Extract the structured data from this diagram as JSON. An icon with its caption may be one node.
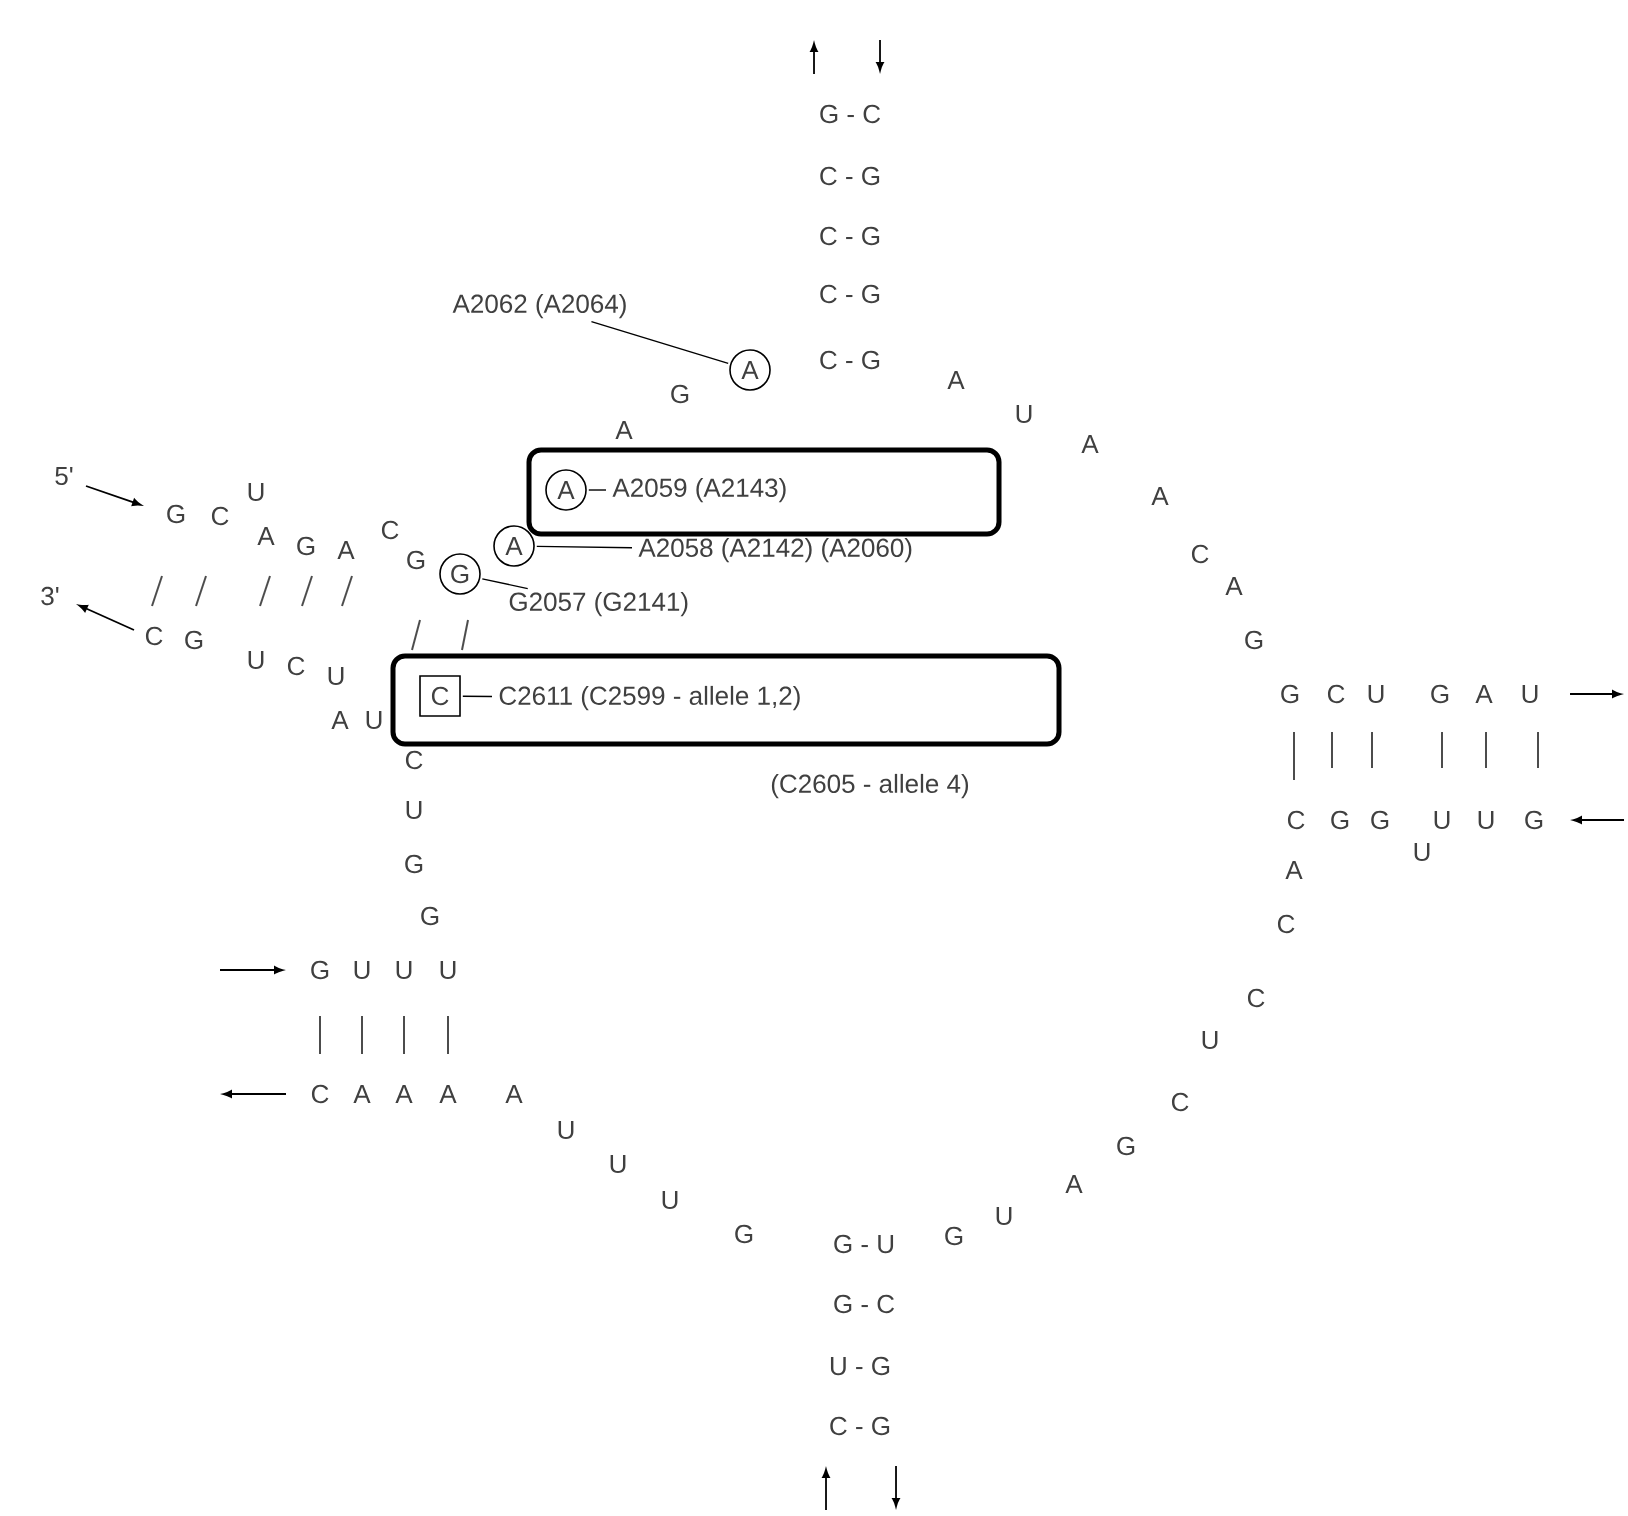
{
  "diagram": {
    "nodes": [
      {
        "text": [],
        "shape": "box"
      },
      {
        "text": [
          "A"
        ],
        "in": 0
      },
      {
        "text": [
          "A2059 (A2143)"
        ],
        "in": 0
      },
      {
        "text": [
          "A"
        ]
      },
      {
        "text": [
          "A2058 (A2142) (A2060)"
        ]
      },
      {
        "text": [
          "G"
        ]
      },
      {
        "text": [
          "G2057 (G2141)"
        ]
      },
      {
        "text": [],
        "shape": "box"
      },
      {
        "text": [
          "C"
        ],
        "in": 7
      },
      {
        "text": [
          "C2611 (C2599 - allele 1,2)"
        ],
        "in": 7
      },
      {
        "text": [
          "A2062 (A2064)"
        ]
      },
      {
        "text": [
          "A"
        ]
      }
    ],
    "edges": [
      {
        "from": 2,
        "to": 1,
        "arrow": "none"
      },
      {
        "from": 4,
        "to": 3,
        "arrow": "none"
      },
      {
        "from": 6,
        "to": 5,
        "arrow": "none"
      },
      {
        "from": 9,
        "to": 8,
        "arrow": "none"
      },
      {
        "from": 10,
        "to": 11,
        "arrow": "none"
      }
    ],
    "labels": [
      "5'",
      "3'",
      "G - C",
      "C - G",
      "C - G",
      "C - G",
      "C - G",
      "G",
      "A",
      "A",
      "U",
      "A",
      "A",
      "C",
      "A",
      "G",
      "G",
      "C",
      "U",
      "A",
      "G",
      "A",
      "C",
      "G",
      "C",
      "G",
      "U",
      "C",
      "U",
      "A",
      "U",
      "G",
      "C",
      "U",
      "G",
      "A",
      "U",
      "C",
      "G",
      "G",
      "U",
      "U",
      "G",
      "U",
      "A",
      "(C2605 - allele 4)",
      "C",
      "U",
      "G",
      "G",
      "G",
      "U",
      "U",
      "U",
      "C",
      "A",
      "A",
      "A",
      "A",
      "C",
      "C",
      "U",
      "C",
      "G",
      "A",
      "U",
      "G",
      "U",
      "U",
      "U",
      "G",
      "G - U",
      "G - C",
      "U - G",
      "C - G"
    ]
  }
}
